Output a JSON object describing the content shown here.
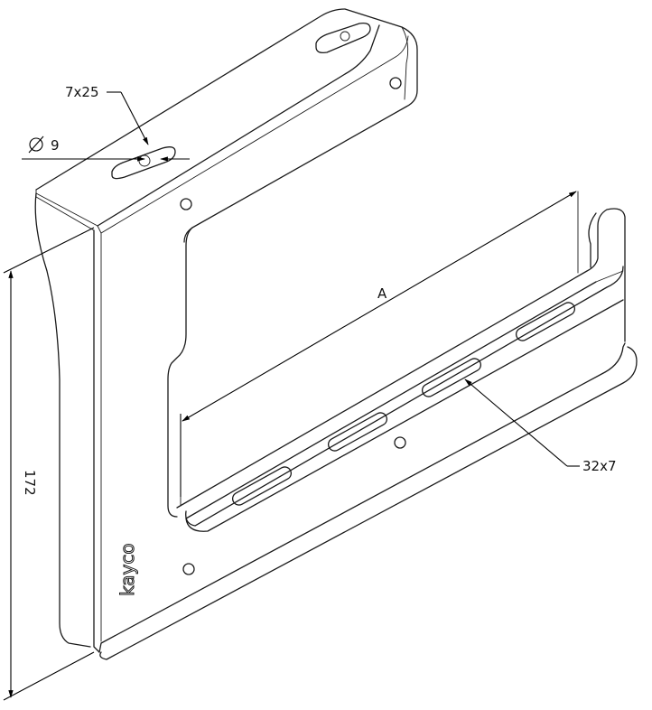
{
  "labels": {
    "slot_top": "7x25",
    "hole_diameter": "9",
    "dimension_a": "A",
    "slot_bottom": "32x7",
    "height": "172"
  },
  "logo_text": "kayco",
  "colors": {
    "line": "#1a1a1a",
    "background": "#ffffff"
  }
}
